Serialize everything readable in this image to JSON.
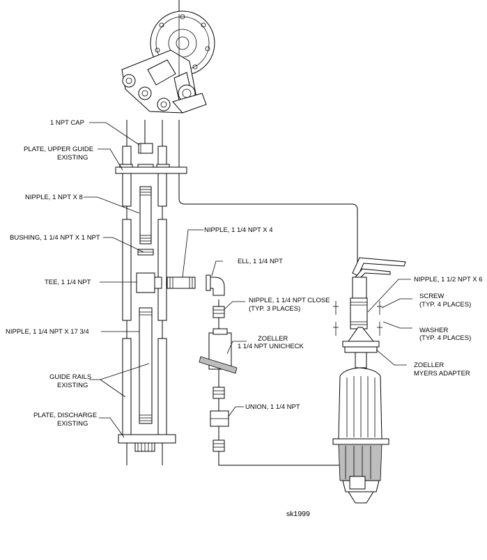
{
  "labels": {
    "cap": "1 NPT CAP",
    "plate_upper_1": "PLATE, UPPER GUIDE",
    "plate_upper_2": "EXISTING",
    "nipple_1x8": "NIPPLE, 1 NPT X 8",
    "bushing": "BUSHING, 1 1/4 NPT X 1 NPT",
    "tee": "TEE, 1 1/4 NPT",
    "nipple_long": "NIPPLE, 1 1/4 NPT X 17 3/4",
    "guide_rails_1": "GUIDE RAILS",
    "guide_rails_2": "EXISTING",
    "plate_discharge_1": "PLATE, DISCHARGE",
    "plate_discharge_2": "EXISTING",
    "nipple_114x4": "NIPPLE, 1 1/4 NPT X 4",
    "ell": "ELL, 1 1/4 NPT",
    "nipple_close_1": "NIPPLE, 1 1/4 NPT CLOSE",
    "nipple_close_2": "(TYP. 3 PLACES)",
    "unicheck_1": "ZOELLER",
    "unicheck_2": "1 1/4 NPT UNICHECK",
    "union": "UNION, 1 1/4 NPT",
    "nipple_112x6": "NIPPLE, 1 1/2 NPT X 6",
    "screw_1": "SCREW",
    "screw_2": "(TYP. 4 PLACES)",
    "washer_1": "WASHER",
    "washer_2": "(TYP. 4 PLACES)",
    "adapter_1": "ZOELLER",
    "adapter_2": "MYERS ADAPTER",
    "sketch_id": "sk1999"
  }
}
